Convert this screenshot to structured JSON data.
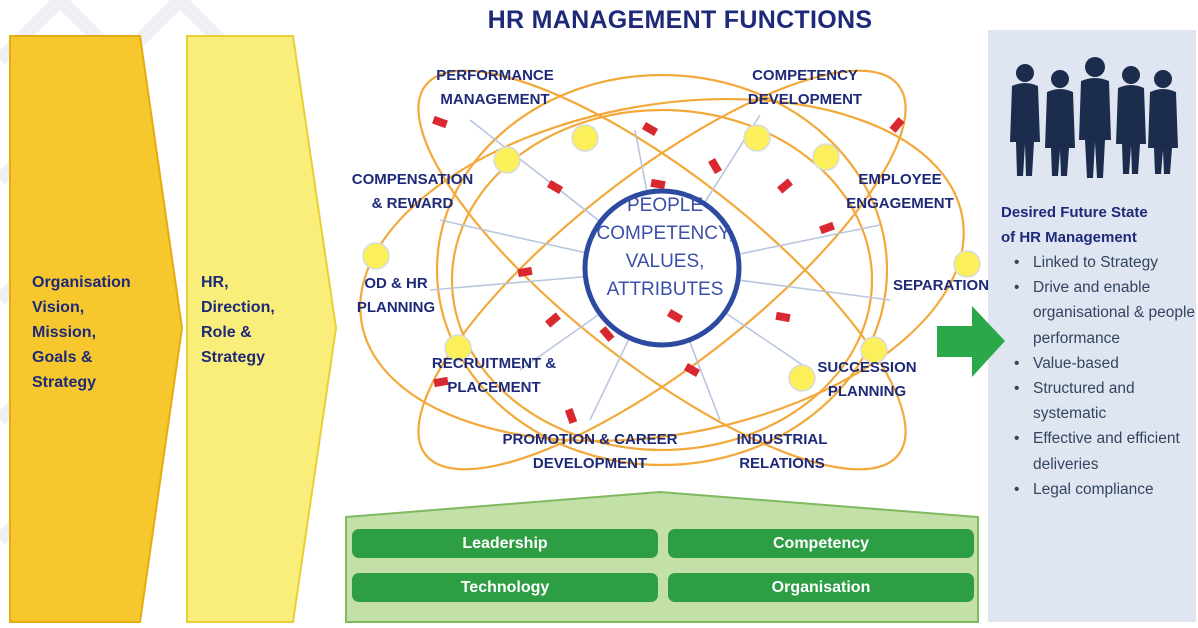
{
  "title": "HR MANAGEMENT FUNCTIONS",
  "chevrons": [
    {
      "lines": [
        "Organisation",
        "Vision,",
        "Mission,",
        "Goals &",
        "Strategy"
      ]
    },
    {
      "lines": [
        "HR,",
        "Direction,",
        "Role &",
        "Strategy"
      ]
    }
  ],
  "core": {
    "lines": [
      "PEOPLE",
      "COMPETENCY,",
      "VALUES,",
      "ATTRIBUTES"
    ]
  },
  "functions": [
    {
      "id": "performance-management",
      "lines": [
        "PERFORMANCE",
        "MANAGEMENT"
      ]
    },
    {
      "id": "competency-development",
      "lines": [
        "COMPETENCY",
        "DEVELOPMENT"
      ]
    },
    {
      "id": "compensation-reward",
      "lines": [
        "COMPENSATION",
        "& REWARD"
      ]
    },
    {
      "id": "employee-engagement",
      "lines": [
        "EMPLOYEE",
        "ENGAGEMENT"
      ]
    },
    {
      "id": "od-hr-planning",
      "lines": [
        "OD & HR",
        "PLANNING"
      ]
    },
    {
      "id": "separation",
      "lines": [
        "SEPARATION"
      ]
    },
    {
      "id": "recruitment-placement",
      "lines": [
        "RECRUITMENT &",
        "PLACEMENT"
      ]
    },
    {
      "id": "succession-planning",
      "lines": [
        "SUCCESSION",
        "PLANNING"
      ]
    },
    {
      "id": "promotion-career-development",
      "lines": [
        "PROMOTION & CAREER",
        "DEVELOPMENT"
      ]
    },
    {
      "id": "industrial-relations",
      "lines": [
        "INDUSTRIAL",
        "RELATIONS"
      ]
    }
  ],
  "pillars": [
    "Leadership",
    "Competency",
    "Technology",
    "Organisation"
  ],
  "desired_state": {
    "title_lines": [
      "Desired Future State",
      "of HR Management"
    ],
    "bullets": [
      "Linked to Strategy",
      "Drive and enable organisational & people performance",
      "Value-based",
      "Structured and systematic",
      "Effective and efficient deliveries",
      "Legal compliance"
    ]
  },
  "colors": {
    "navy": "#1e2a78",
    "chevron1": "#f7c72e",
    "chevron2": "#faee7a",
    "orbit": "#f2a93a",
    "core_ring": "#2c4aa0",
    "node": "#fbef5a",
    "diamond": "#d9282f",
    "pillar_green": "#2e9e44",
    "base_green": "#c2e0a8",
    "arrow_green": "#2ba84a",
    "panel": "#dfe6f1"
  },
  "icons": [
    "people-silhouettes-icon",
    "right-arrow-icon"
  ]
}
